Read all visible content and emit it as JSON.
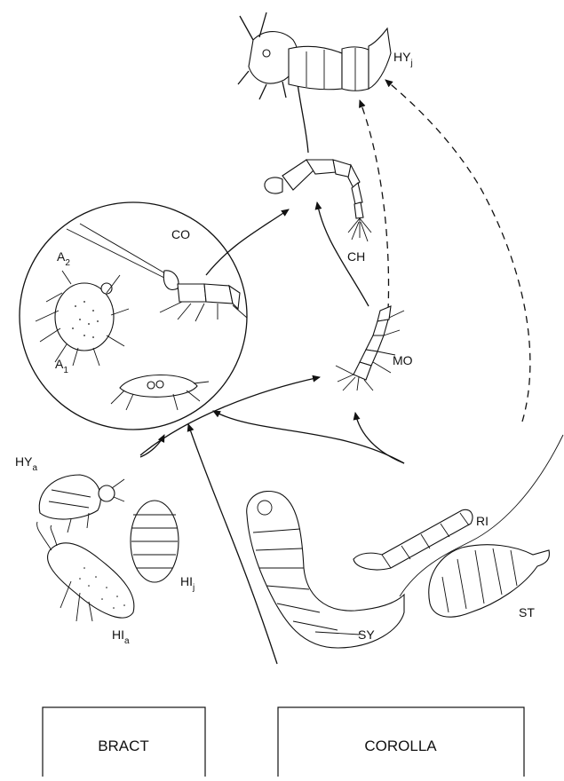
{
  "labels": {
    "hy_j": "HY",
    "hy_j_sub": "j",
    "co": "CO",
    "ch": "CH",
    "a2": "A",
    "a2_sub": "2",
    "a1": "A",
    "a1_sub": "1",
    "mo": "MO",
    "hy_a": "HY",
    "hy_a_sub": "a",
    "ri": "RI",
    "hi_j": "HI",
    "hi_j_sub": "j",
    "hi_a": "HI",
    "hi_a_sub": "a",
    "sy": "SY",
    "st": "ST"
  },
  "boxes": {
    "bract": "BRACT",
    "corolla": "COROLLA"
  },
  "colors": {
    "ink": "#111111",
    "background": "#ffffff"
  }
}
